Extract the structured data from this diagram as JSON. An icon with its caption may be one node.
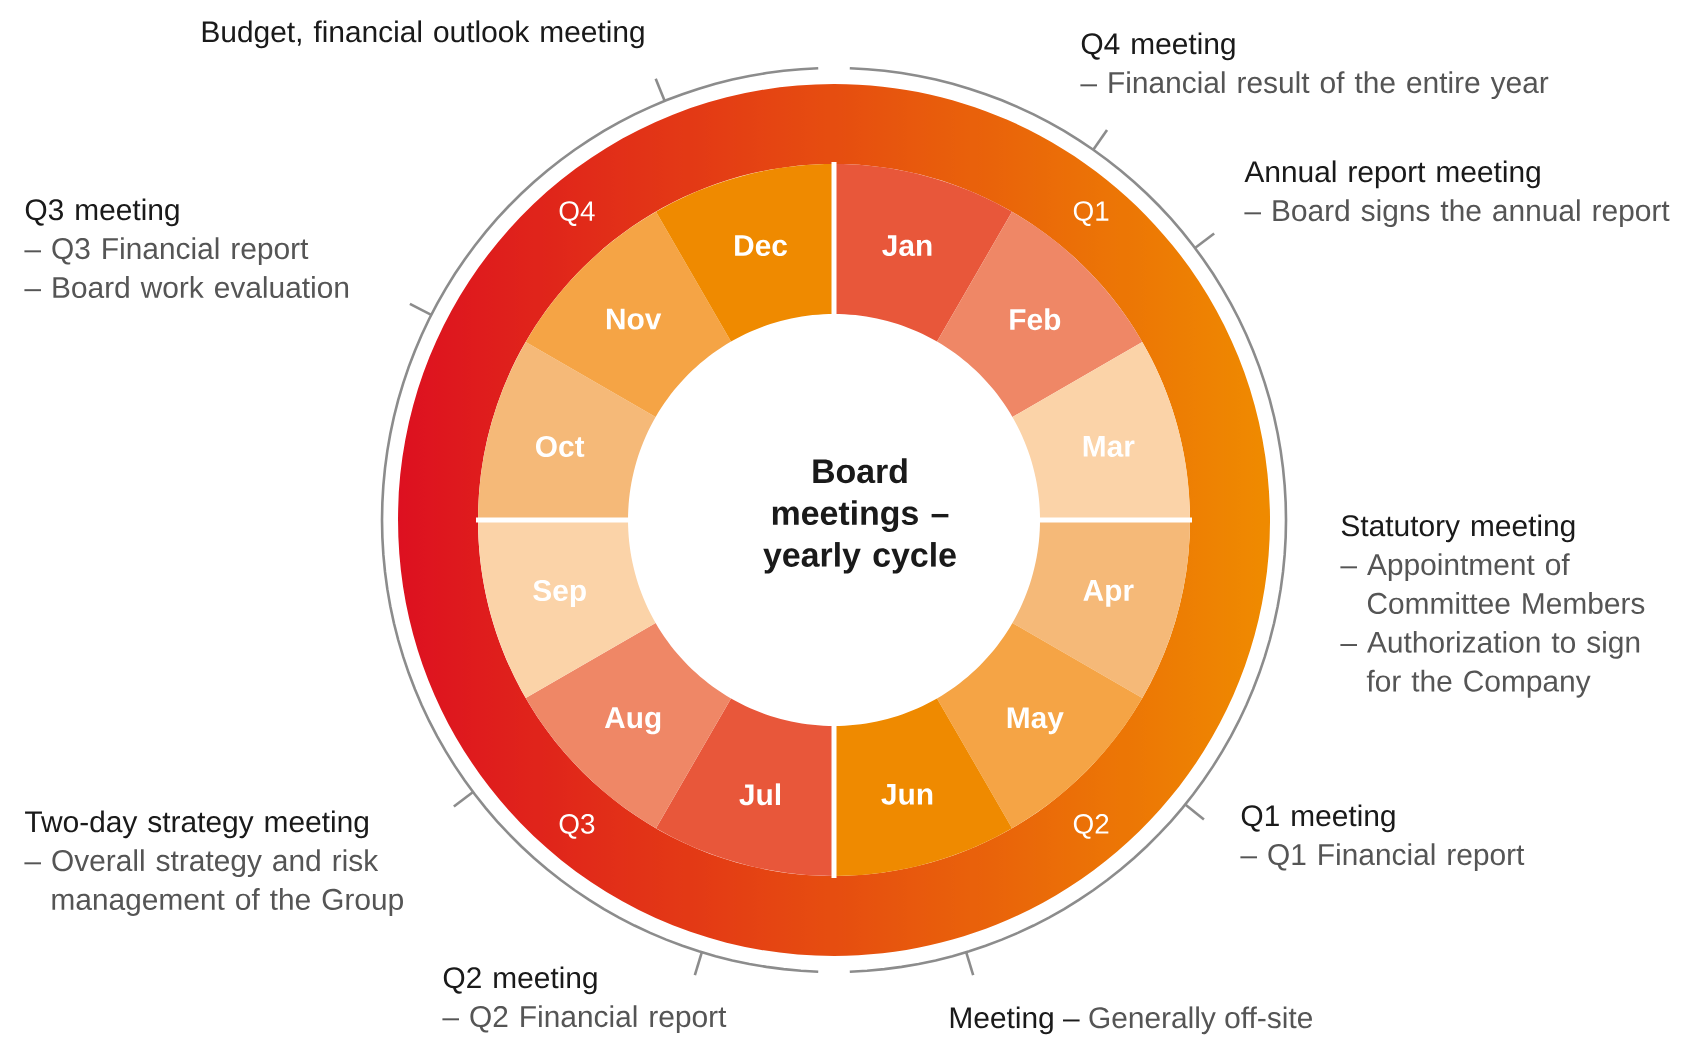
{
  "diagram": {
    "nodes": [
      {
        "text": [
          "Board meetings – yearly cycle"
        ]
      },
      {
        "text": [
          "Jan"
        ]
      },
      {
        "text": [
          "Feb"
        ]
      },
      {
        "text": [
          "Mar"
        ]
      },
      {
        "text": [
          "Apr"
        ]
      },
      {
        "text": [
          "May"
        ]
      },
      {
        "text": [
          "Jun"
        ]
      },
      {
        "text": [
          "Jul"
        ]
      },
      {
        "text": [
          "Aug"
        ]
      },
      {
        "text": [
          "Sep"
        ]
      },
      {
        "text": [
          "Oct"
        ]
      },
      {
        "text": [
          "Nov"
        ]
      },
      {
        "text": [
          "Dec"
        ]
      },
      {
        "text": [
          "Budget, financial outlook meeting"
        ]
      },
      {
        "text": [
          "Q4 meeting",
          "– Financial result of the entire year"
        ]
      },
      {
        "text": [
          "Annual report meeting",
          "– Board signs the annual report"
        ]
      },
      {
        "text": [
          "Statutory meeting",
          "– Appointment of Committee Members",
          "– Authorization to sign for the Company"
        ]
      },
      {
        "text": [
          "Q1 meeting",
          "– Q1 Financial report"
        ]
      },
      {
        "text": [
          "Meeting –",
          "Generally off-site"
        ]
      },
      {
        "text": [
          "Q2 meeting",
          "– Q2 Financial report"
        ]
      },
      {
        "text": [
          "Two-day strategy meeting",
          "– Overall strategy and risk management of the Group"
        ]
      },
      {
        "text": [
          "Q3 meeting",
          "– Q3 Financial report",
          "– Board work evaluation"
        ]
      }
    ],
    "labels": [
      "Q4",
      "Q1",
      "Q3",
      "Q2"
    ]
  }
}
